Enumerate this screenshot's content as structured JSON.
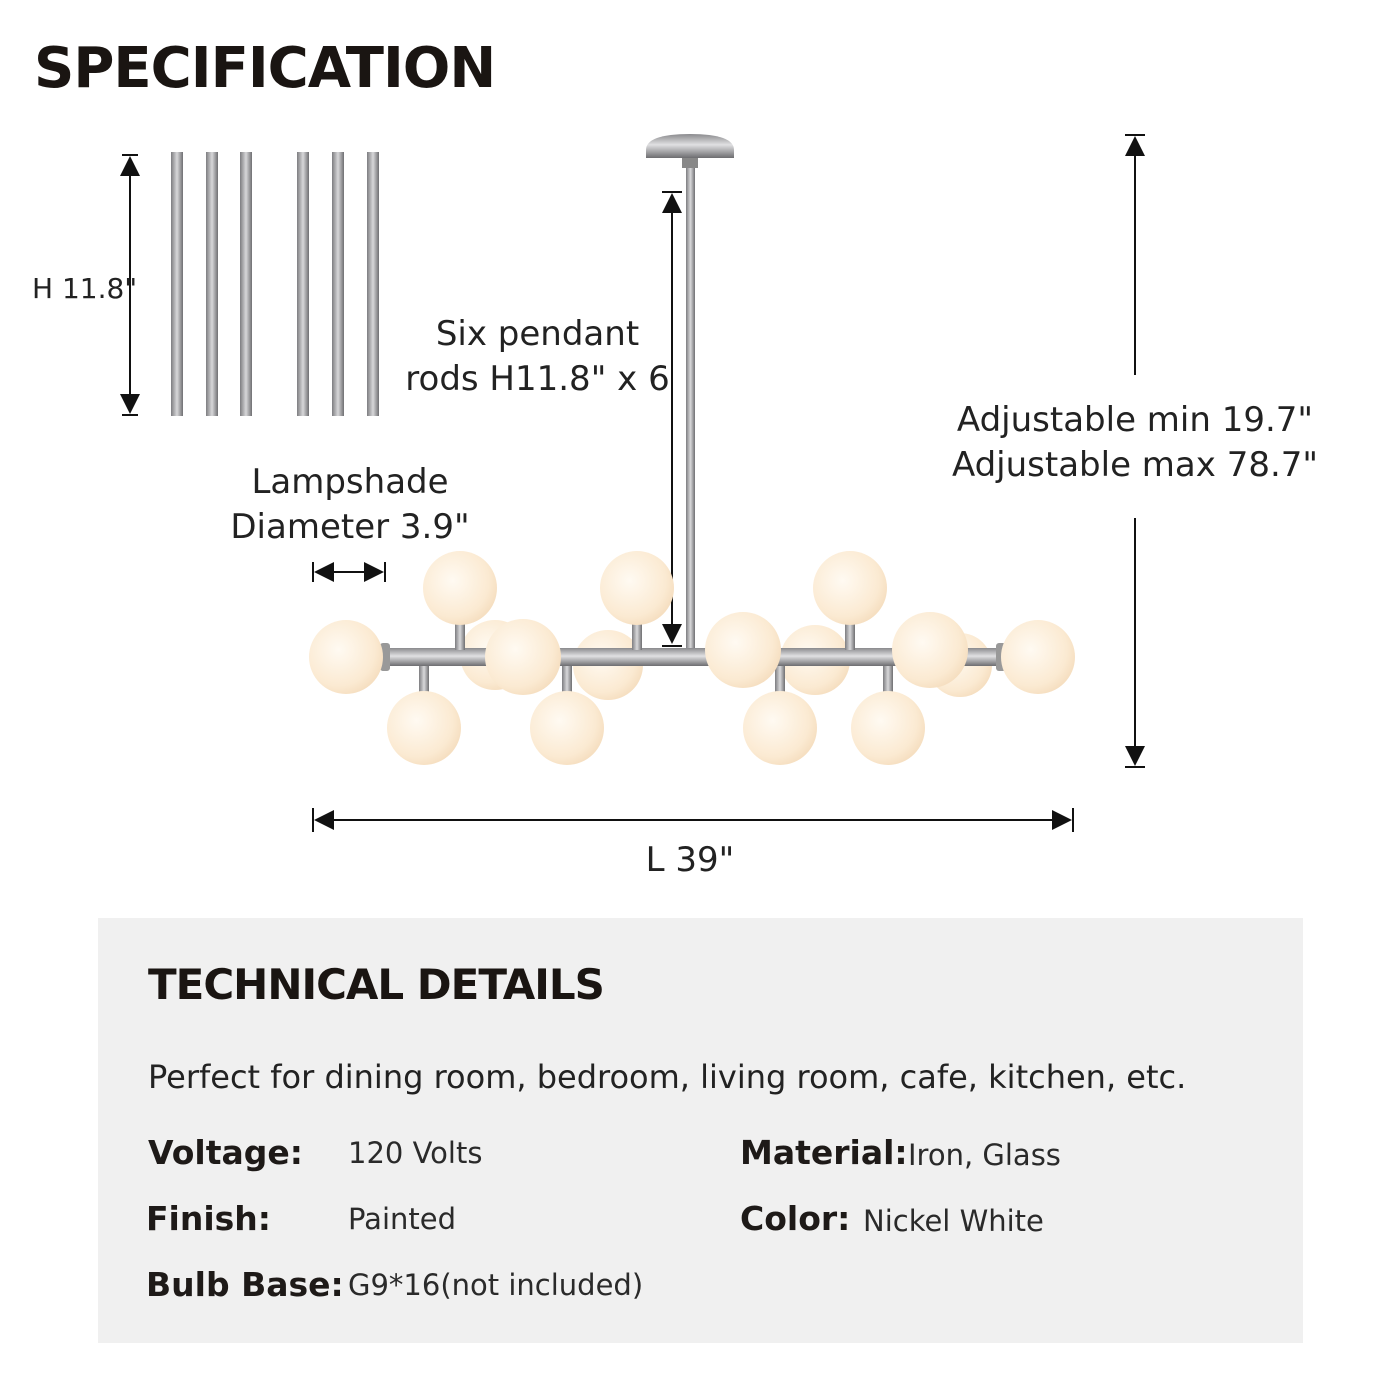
{
  "title": "SPECIFICATION",
  "dimensions": {
    "rod_height": "H 11.8\"",
    "rods_desc_line1": "Six pendant",
    "rods_desc_line2": "rods H11.8\" x 6",
    "lampshade_line1": "Lampshade",
    "lampshade_line2": "Diameter 3.9\"",
    "adjustable_min": "Adjustable min 19.7\"",
    "adjustable_max": "Adjustable max 78.7\"",
    "length": "L 39\""
  },
  "technical": {
    "title": "TECHNICAL DETAILS",
    "description": "Perfect for dining room, bedroom, living room, cafe, kitchen, etc.",
    "specs": [
      {
        "key": "Voltage:",
        "value": "120 Volts"
      },
      {
        "key": "Material:",
        "value": "Iron, Glass"
      },
      {
        "key": "Finish:",
        "value": "Painted"
      },
      {
        "key": "Color:",
        "value": "Nickel White"
      },
      {
        "key": "Bulb Base:",
        "value": "G9*16(not included)"
      }
    ]
  }
}
